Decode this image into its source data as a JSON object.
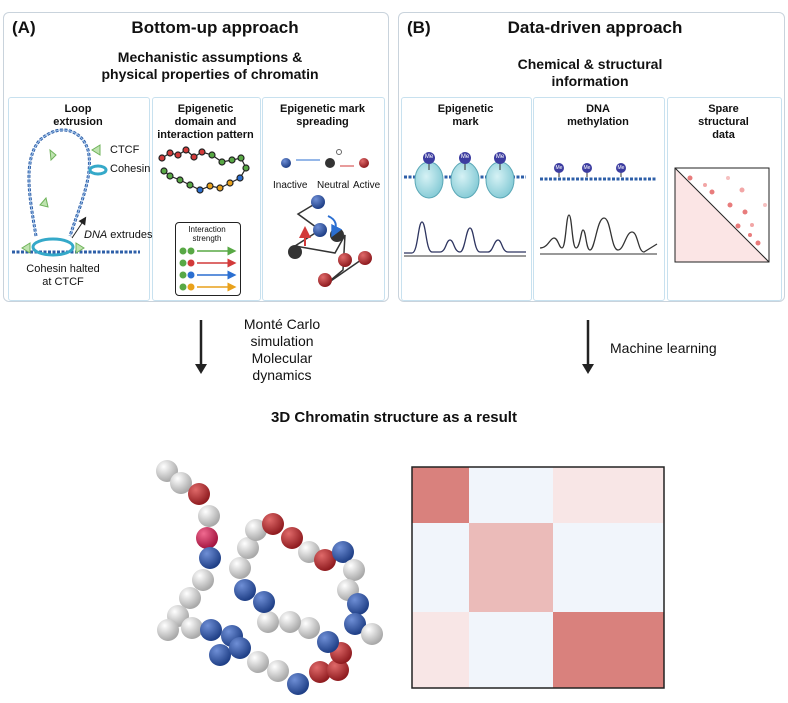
{
  "panel_a": {
    "letter": "(A)",
    "title": "Bottom-up approach",
    "subtitle_1": "Mechanistic assumptions &",
    "subtitle_2": "physical properties of chromatin",
    "loop": {
      "title_1": "Loop",
      "title_2": "extrusion",
      "ctcf": "CTCF",
      "cohesin": "Cohesin",
      "dna_em": "DNA",
      "dna_rest": " extrudes",
      "halted_1": "Cohesin halted",
      "halted_2": "at CTCF"
    },
    "domain": {
      "title_1": "Epigenetic",
      "title_2": "domain and",
      "title_3": "interaction pattern",
      "legend_1": "Interaction",
      "legend_2": "strength"
    },
    "spreading": {
      "title_1": "Epigenetic mark",
      "title_2": "spreading",
      "inactive": "Inactive",
      "neutral": "Neutral",
      "active": "Active"
    }
  },
  "panel_b": {
    "letter": "(B)",
    "title": "Data-driven approach",
    "subtitle_1": "Chemical & structural",
    "subtitle_2": "information",
    "mark": {
      "title_1": "Epigenetic",
      "title_2": "mark",
      "badge": "Me"
    },
    "methylation": {
      "title_1": "DNA",
      "title_2": "methylation",
      "badge": "Me"
    },
    "sparse": {
      "title_1": "Spare",
      "title_2": "structural",
      "title_3": "data"
    }
  },
  "arrow_left": {
    "line_1": "Monté Carlo",
    "line_2": "simulation",
    "line_3": "Molecular",
    "line_4": "dynamics"
  },
  "arrow_right": {
    "line_1": "Machine learning"
  },
  "result_title": "3D Chromatin structure as a result",
  "colors": {
    "inactive_blue": "#2a4f9c",
    "active_red": "#a8262b",
    "neutral_grey": "#cfcfcf",
    "magenta": "#c51f4f",
    "heatmap_strong": "#d9817d",
    "heatmap_mid": "#ebbbb9",
    "heatmap_light": "#f8e6e6",
    "heatmap_blue": "#f1f5fb"
  },
  "heatmap": {
    "rows": [
      [
        "strong",
        "blue",
        "light"
      ],
      [
        "blue",
        "mid",
        "blue"
      ],
      [
        "light",
        "blue",
        "strong"
      ]
    ]
  }
}
